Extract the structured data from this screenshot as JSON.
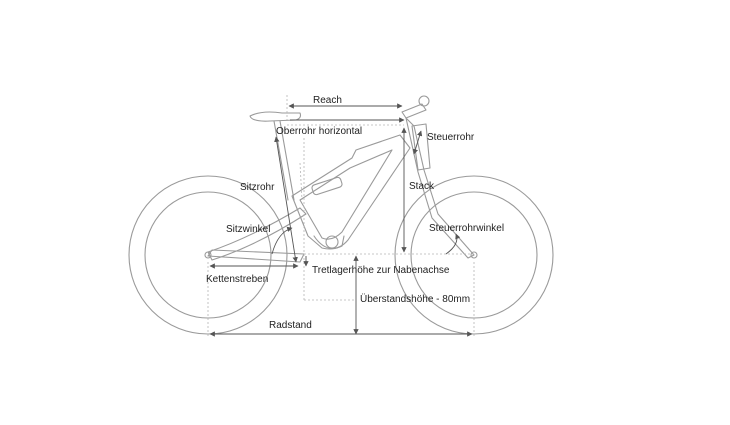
{
  "labels": {
    "reach": "Reach",
    "oberrohr": "Oberrohr horizontal",
    "steuerrohr": "Steuerrohr",
    "sitzrohr": "Sitzrohr",
    "stack": "Stack",
    "sitzwinkel": "Sitzwinkel",
    "steuerrohrwinkel": "Steuerrohrwinkel",
    "kettenstreben": "Kettenstreben",
    "tretlager": "Tretlagerhöhe zur Nabenachse",
    "ueberstand": "Überstandshöhe - 80mm",
    "radstand": "Radstand"
  },
  "colors": {
    "frame": "#9a9a9a",
    "dimension": "#555555",
    "text": "#222222"
  }
}
